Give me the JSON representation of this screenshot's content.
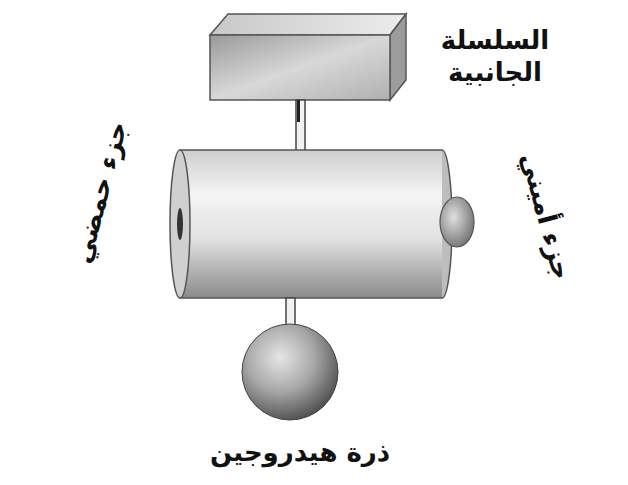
{
  "diagram": {
    "labels": [
      "السلسلة الجانبية",
      "جزء حمضي",
      "جزء أميني",
      "ذرة هيدروجين"
    ]
  }
}
